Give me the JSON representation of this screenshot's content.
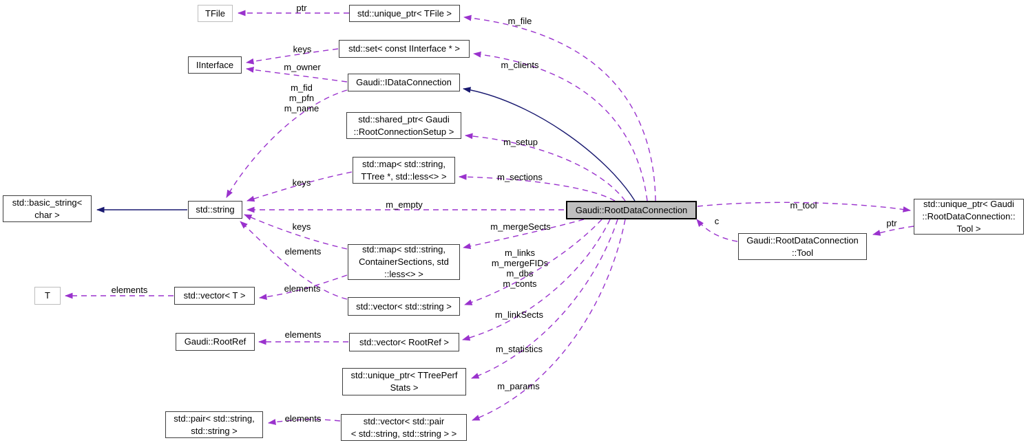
{
  "diagram": {
    "kind": "collaboration-graph",
    "main_class": "Gaudi::RootDataConnection",
    "colors": {
      "usage_edge": "#9a32cd",
      "inheritance_edge": "#191970",
      "node_border": "#3e3e3e",
      "undocumented_node_border": "#bdbdbd",
      "main_node_fill": "#bfbfbf",
      "background": "#ffffff"
    }
  },
  "nodes": {
    "tfile": {
      "label": "TFile"
    },
    "unique_ptr_tfile": {
      "label": "std::unique_ptr< TFile >"
    },
    "set_iinterface": {
      "label": "std::set< const IInterface * >"
    },
    "iinterface": {
      "label": "IInterface"
    },
    "idataconnection": {
      "label": "Gaudi::IDataConnection"
    },
    "shared_ptr_setup": {
      "label": "std::shared_ptr< Gaudi\n::RootConnectionSetup >"
    },
    "map_ttree": {
      "label": "std::map< std::string,\nTTree *, std::less<> >"
    },
    "basic_string": {
      "label": "std::basic_string<\nchar >"
    },
    "string": {
      "label": "std::string"
    },
    "rdc": {
      "label": "Gaudi::RootDataConnection"
    },
    "unique_ptr_tool": {
      "label": "std::unique_ptr< Gaudi\n::RootDataConnection::\nTool >"
    },
    "rdc_tool": {
      "label": "Gaudi::RootDataConnection\n::Tool"
    },
    "map_container_sections": {
      "label": "std::map< std::string,\nContainerSections, std\n::less<> >"
    },
    "t": {
      "label": "T"
    },
    "vector_t": {
      "label": "std::vector< T >"
    },
    "vector_string": {
      "label": "std::vector< std::string >"
    },
    "rootref": {
      "label": "Gaudi::RootRef"
    },
    "vector_rootref": {
      "label": "std::vector< RootRef >"
    },
    "unique_ptr_perfstats": {
      "label": "std::unique_ptr< TTreePerf\nStats >"
    },
    "pair_string_string": {
      "label": "std::pair< std::string,\nstd::string >"
    },
    "vector_pair": {
      "label": "std::vector< std::pair\n< std::string, std::string > >"
    }
  },
  "edge_labels": {
    "ptr_file": "ptr",
    "keys_interface": "keys",
    "m_owner": "m_owner",
    "m_fid_pfn_name": "m_fid\nm_pfn\nm_name",
    "keys_ttree": "keys",
    "m_file": "m_file",
    "m_clients": "m_clients",
    "m_setup": "m_setup",
    "m_sections": "m_sections",
    "m_empty": "m_empty",
    "m_mergeSects": "m_mergeSects",
    "m_links_group": "m_links\nm_mergeFIDs\nm_dbs\nm_conts",
    "m_linkSects": "m_linkSects",
    "m_statistics": "m_statistics",
    "m_params": "m_params",
    "m_tool": "m_tool",
    "ptr_tool": "ptr",
    "c": "c",
    "keys_container": "keys",
    "elements_string": "elements",
    "elements_vector_t": "elements",
    "elements_t": "elements",
    "elements_rootref": "elements",
    "elements_pair": "elements"
  }
}
